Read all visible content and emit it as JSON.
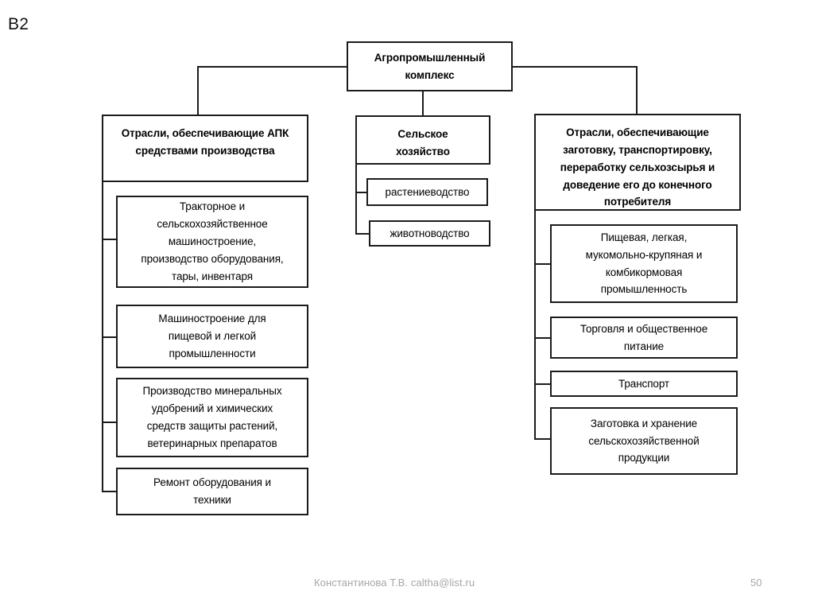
{
  "slide": {
    "label": "B2"
  },
  "diagram": {
    "type": "hierarchy-tree",
    "root": {
      "label": "Агропромышленный\nкомплекс"
    },
    "branches": [
      {
        "id": "supply",
        "label": "Отрасли, обеспечивающие АПК\nсредствами производства",
        "children": [
          {
            "label": "Тракторное и\nсельскохозяйственное\nмашиностроение,\nпроизводство оборудования,\nтары, инвентаря"
          },
          {
            "label": "Машиностроение для\nпищевой и легкой\nпромышленности"
          },
          {
            "label": "Производство минеральных\nудобрений и химических\nсредств защиты растений,\nветеринарных препаратов"
          },
          {
            "label": "Ремонт оборудования и\nтехники"
          }
        ]
      },
      {
        "id": "agriculture",
        "label": "Сельское\nхозяйство",
        "children": [
          {
            "label": "растениеводство"
          },
          {
            "label": "животноводство"
          }
        ]
      },
      {
        "id": "processing",
        "label": "Отрасли, обеспечивающие\nзаготовку, транспортировку,\nпереработку сельхозсырья и\nдоведение его до конечного\nпотребителя",
        "children": [
          {
            "label": "Пищевая, легкая,\nмукомольно-крупяная и\nкомбикормовая\nпромышленность"
          },
          {
            "label": "Торговля и общественное\nпитание"
          },
          {
            "label": "Транспорт"
          },
          {
            "label": "Заготовка и хранение\nсельскохозяйственной\nпродукции"
          }
        ]
      }
    ]
  },
  "footer": {
    "credit": "Константинова Т.В. caltha@list.ru",
    "page_number": "50"
  },
  "colors": {
    "border": "#1b1b1b",
    "background": "#ffffff",
    "text": "#000000",
    "footer_text": "#a7a7a7"
  }
}
